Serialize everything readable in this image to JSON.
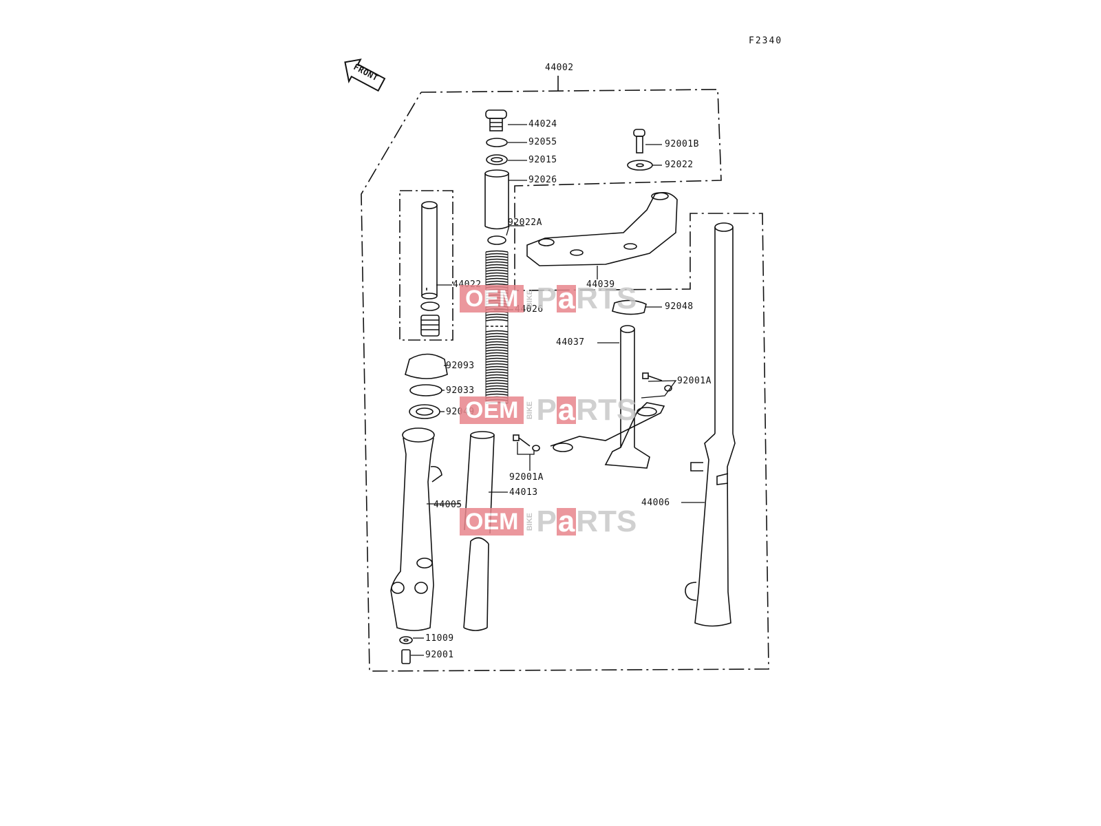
{
  "diagram_code": "F2340",
  "front_arrow_text": "FRONT",
  "callouts": {
    "p44002": "44002",
    "p44024": "44024",
    "p92055": "92055",
    "p92015": "92015",
    "p92026": "92026",
    "p92001B": "92001B",
    "p92022": "92022",
    "p92022A": "92022A",
    "p44039": "44039",
    "p44022": "44022",
    "p44026": "44026",
    "p92048": "92048",
    "p44037": "44037",
    "p92093": "92093",
    "p92001A_right": "92001A",
    "p92033": "92033",
    "p92049": "92049",
    "p92001A_center": "92001A",
    "p44013": "44013",
    "p44005": "44005",
    "p44006": "44006",
    "p11009": "11009",
    "p92001": "92001"
  },
  "watermark": {
    "oem": "OEM",
    "bike": "BIKE",
    "p": "P",
    "a": "a",
    "rts": "RTS"
  }
}
